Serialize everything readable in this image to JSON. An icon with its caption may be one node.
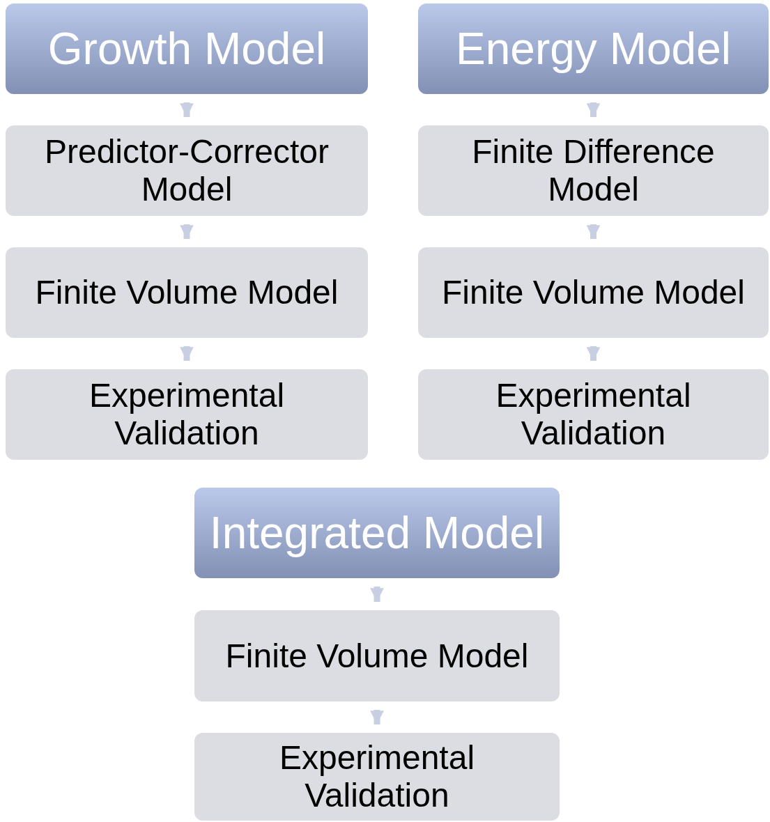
{
  "diagram": {
    "nodes": [
      {
        "text": [
          "Growth Model"
        ]
      },
      {
        "text": [
          "Predictor-Corrector Model"
        ]
      },
      {
        "text": [
          "Finite Volume Model"
        ]
      },
      {
        "text": [
          "Experimental Validation"
        ]
      },
      {
        "text": [
          "Energy Model"
        ]
      },
      {
        "text": [
          "Finite Difference Model"
        ]
      },
      {
        "text": [
          "Finite Volume Model"
        ]
      },
      {
        "text": [
          "Experimental Validation"
        ]
      },
      {
        "text": [
          "Integrated Model"
        ]
      },
      {
        "text": [
          "Finite Volume Model"
        ]
      },
      {
        "text": [
          "Experimental Validation"
        ]
      }
    ],
    "edges": [
      {
        "from": 0,
        "to": 1,
        "arrow": "to"
      },
      {
        "from": 1,
        "to": 2,
        "arrow": "to"
      },
      {
        "from": 2,
        "to": 3,
        "arrow": "to"
      },
      {
        "from": 4,
        "to": 5,
        "arrow": "to"
      },
      {
        "from": 5,
        "to": 6,
        "arrow": "to"
      },
      {
        "from": 6,
        "to": 7,
        "arrow": "to"
      },
      {
        "from": 8,
        "to": 9,
        "arrow": "to"
      },
      {
        "from": 9,
        "to": 10,
        "arrow": "to"
      }
    ]
  }
}
